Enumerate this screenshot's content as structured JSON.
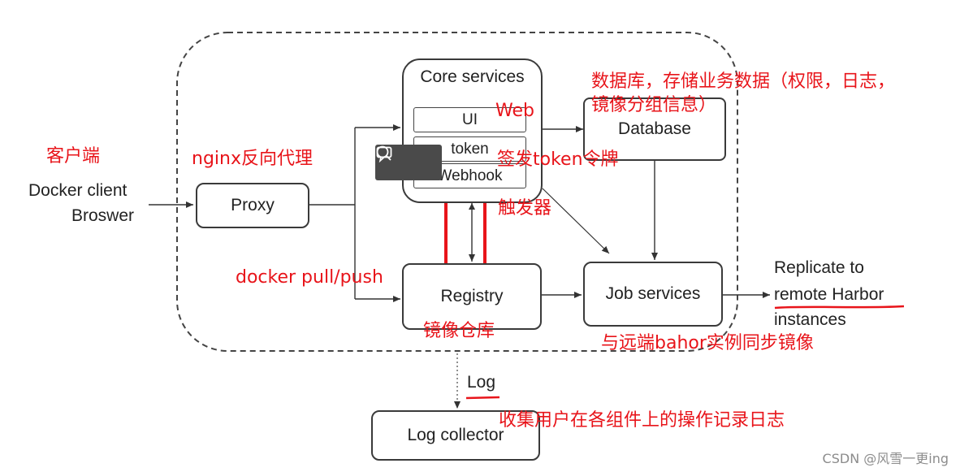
{
  "diagram": {
    "client": {
      "line1": "Docker client",
      "line2": "Broswer"
    },
    "proxy": "Proxy",
    "core": {
      "title": "Core services",
      "ui": "UI",
      "token": "token",
      "webhook": "Webhook"
    },
    "database": "Database",
    "registry": "Registry",
    "job_services": "Job services",
    "replicate": {
      "line1": "Replicate to",
      "line2": "remote Harbor",
      "line3": "instances"
    },
    "log_label": "Log",
    "log_collector": "Log collector"
  },
  "annotations": {
    "client": "客户端",
    "nginx": "nginx反向代理",
    "web": "Web",
    "database_note_line1": "数据库，存储业务数据（权限，日志，",
    "database_note_line2": "镜像分组信息）",
    "token_note": "签发token令牌",
    "trigger": "触发器",
    "docker_pull_push": "docker pull/push",
    "registry_note": "镜像仓库",
    "job_note": "与远端bahor实例同步镜像",
    "log_note": "收集用户在各组件上的操作记录日志",
    "red_color": "#e8141a"
  },
  "toolbar": {
    "icons": [
      "search-icon",
      "comment-icon"
    ]
  },
  "watermark": "CSDN @风雪一更ing"
}
